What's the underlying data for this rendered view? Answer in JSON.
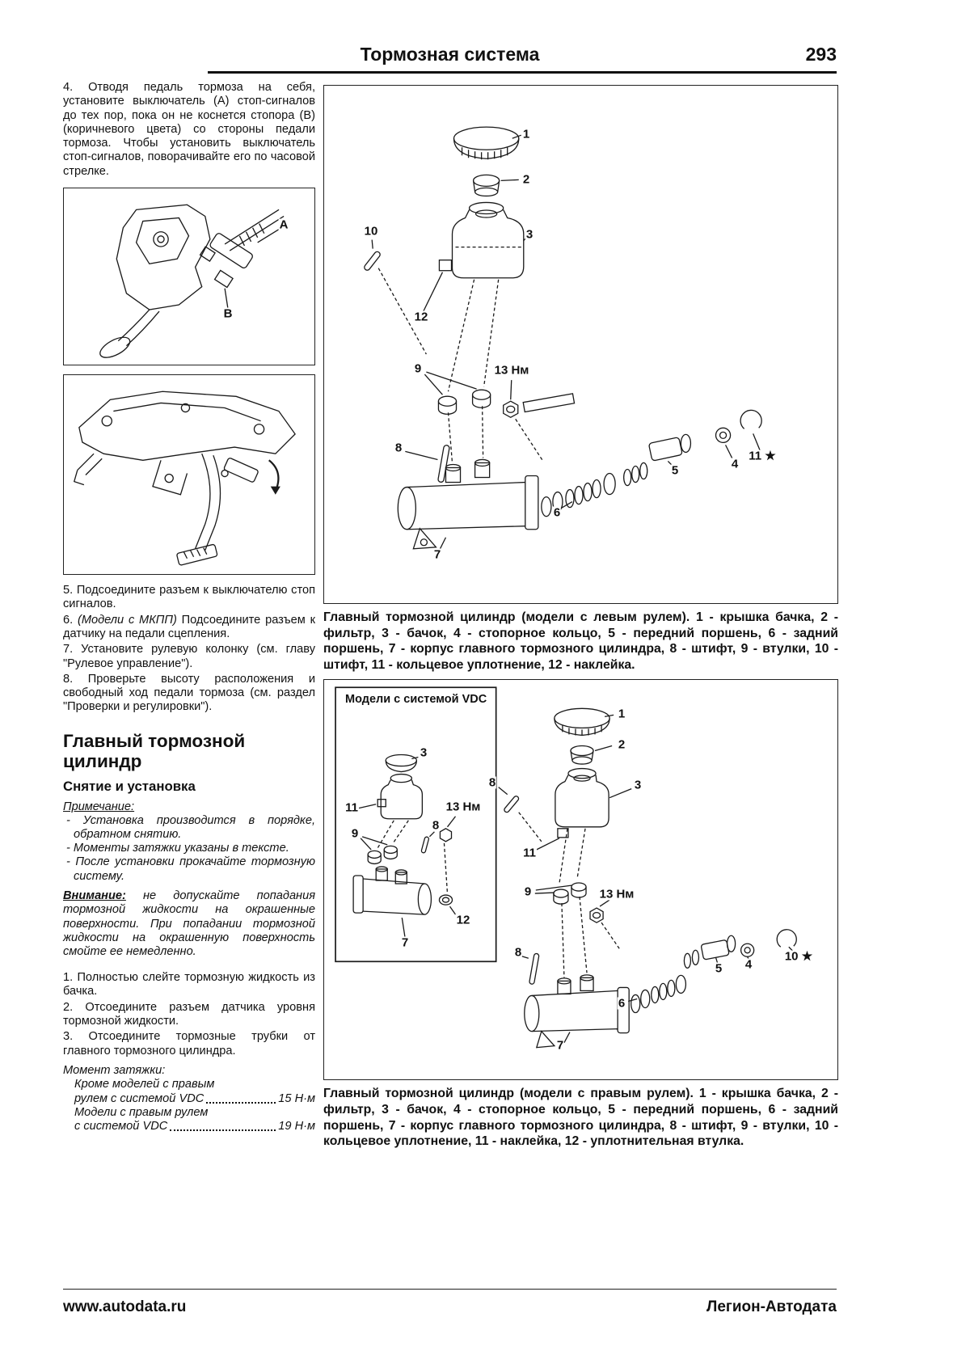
{
  "header": {
    "title": "Тормозная система",
    "page_number": "293"
  },
  "left_column": {
    "step4": "4. Отводя педаль тормоза на себя, установите выключатель (А) стоп-сигналов до тех пор, пока он не коснется стопора (В) (коричневого цвета) со стороны педали тормоза. Чтобы установить выключатель стоп-сигналов, поворачивайте его по часовой стрелке.",
    "figure1": {
      "callouts": [
        {
          "label": "A"
        },
        {
          "label": "B"
        }
      ]
    },
    "steps": [
      "5. Подсоедините разъем к выключателю стоп сигналов.",
      "7. Установите рулевую колонку (см. главу \"Рулевое управление\").",
      "8. Проверьте высоту расположения и свободный ход педали тормоза (см. раздел \"Проверки и регулировки\")."
    ],
    "step6_prefix": "6. ",
    "step6_italic": "(Модели с МКПП)",
    "step6_rest": " Подсоедините разъем к датчику на педали сцепления.",
    "section_title": "Главный тормозной цилиндр",
    "subsection_title": "Снятие и установка",
    "note_label": "Примечание:",
    "notes": [
      "- Установка производится в порядке, обратном снятию.",
      "- Моменты затяжки указаны в тексте.",
      "- После установки прокачайте тормозную систему."
    ],
    "warning_label": "Внимание:",
    "warning_text": " не допускайте попадания тормозной жидкости на окрашенные поверхности. При попадании тормозной жидкости на окрашенную поверхность смойте ее немедленно.",
    "steps2": [
      "1. Полностью слейте тормозную жидкость из бачка.",
      "2. Отсоедините разъем датчика уровня тормозной жидкости.",
      "3. Отсоедините тормозные трубки от главного тормозного цилиндра."
    ],
    "torque_label": "Момент затяжки:",
    "torque_items": [
      {
        "line1": "Кроме моделей с правым",
        "line2": "рулем с системой VDC",
        "value": "15 Н·м"
      },
      {
        "line1": "Модели с правым рулем",
        "line2": "с системой VDC",
        "value": "19 Н·м"
      }
    ]
  },
  "diagram1": {
    "caption": "Главный тормозной цилиндр (модели с левым рулем). 1 - крышка бачка, 2 - фильтр, 3 - бачок, 4 - стопорное кольцо, 5 - передний поршень, 6 - задний поршень, 7 - корпус главного тормозного цилиндра, 8 - штифт, 9 - втулки, 10 - штифт, 11 - кольцевое уплотнение, 12 - наклейка.",
    "callouts": [
      {
        "label": "1"
      },
      {
        "label": "2"
      },
      {
        "label": "3"
      },
      {
        "label": "10"
      },
      {
        "label": "12"
      },
      {
        "label": "9"
      },
      {
        "label": "13 Нм"
      },
      {
        "label": "8"
      },
      {
        "label": "7"
      },
      {
        "label": "6"
      },
      {
        "label": "5"
      },
      {
        "label": "4"
      },
      {
        "label": "11 ★"
      }
    ]
  },
  "diagram2": {
    "vdc_label": "Модели с системой VDC",
    "caption": "Главный тормозной цилиндр (модели с правым рулем). 1 - крышка бачка, 2 - фильтр, 3 - бачок, 4 - стопорное кольцо, 5 - передний поршень, 6 - задний поршень, 7 - корпус главного тормозного цилиндра, 8 - штифт, 9 - втулки, 10 - кольцевое уплотнение, 11 - наклейка, 12 - уплотнительная втулка.",
    "callouts": [
      {
        "label": "1"
      },
      {
        "label": "2"
      },
      {
        "label": "3"
      },
      {
        "label": "8"
      },
      {
        "label": "11"
      },
      {
        "label": "9"
      },
      {
        "label": "13 Нм"
      },
      {
        "label": "8"
      },
      {
        "label": "7"
      },
      {
        "label": "6"
      },
      {
        "label": "5"
      },
      {
        "label": "4"
      },
      {
        "label": "10 ★"
      },
      {
        "label": "3"
      },
      {
        "label": "11"
      },
      {
        "label": "13 Нм"
      },
      {
        "label": "8"
      },
      {
        "label": "9"
      },
      {
        "label": "12"
      },
      {
        "label": "7"
      }
    ]
  },
  "footer": {
    "left": "www.autodata.ru",
    "right": "Легион-Автодата"
  }
}
